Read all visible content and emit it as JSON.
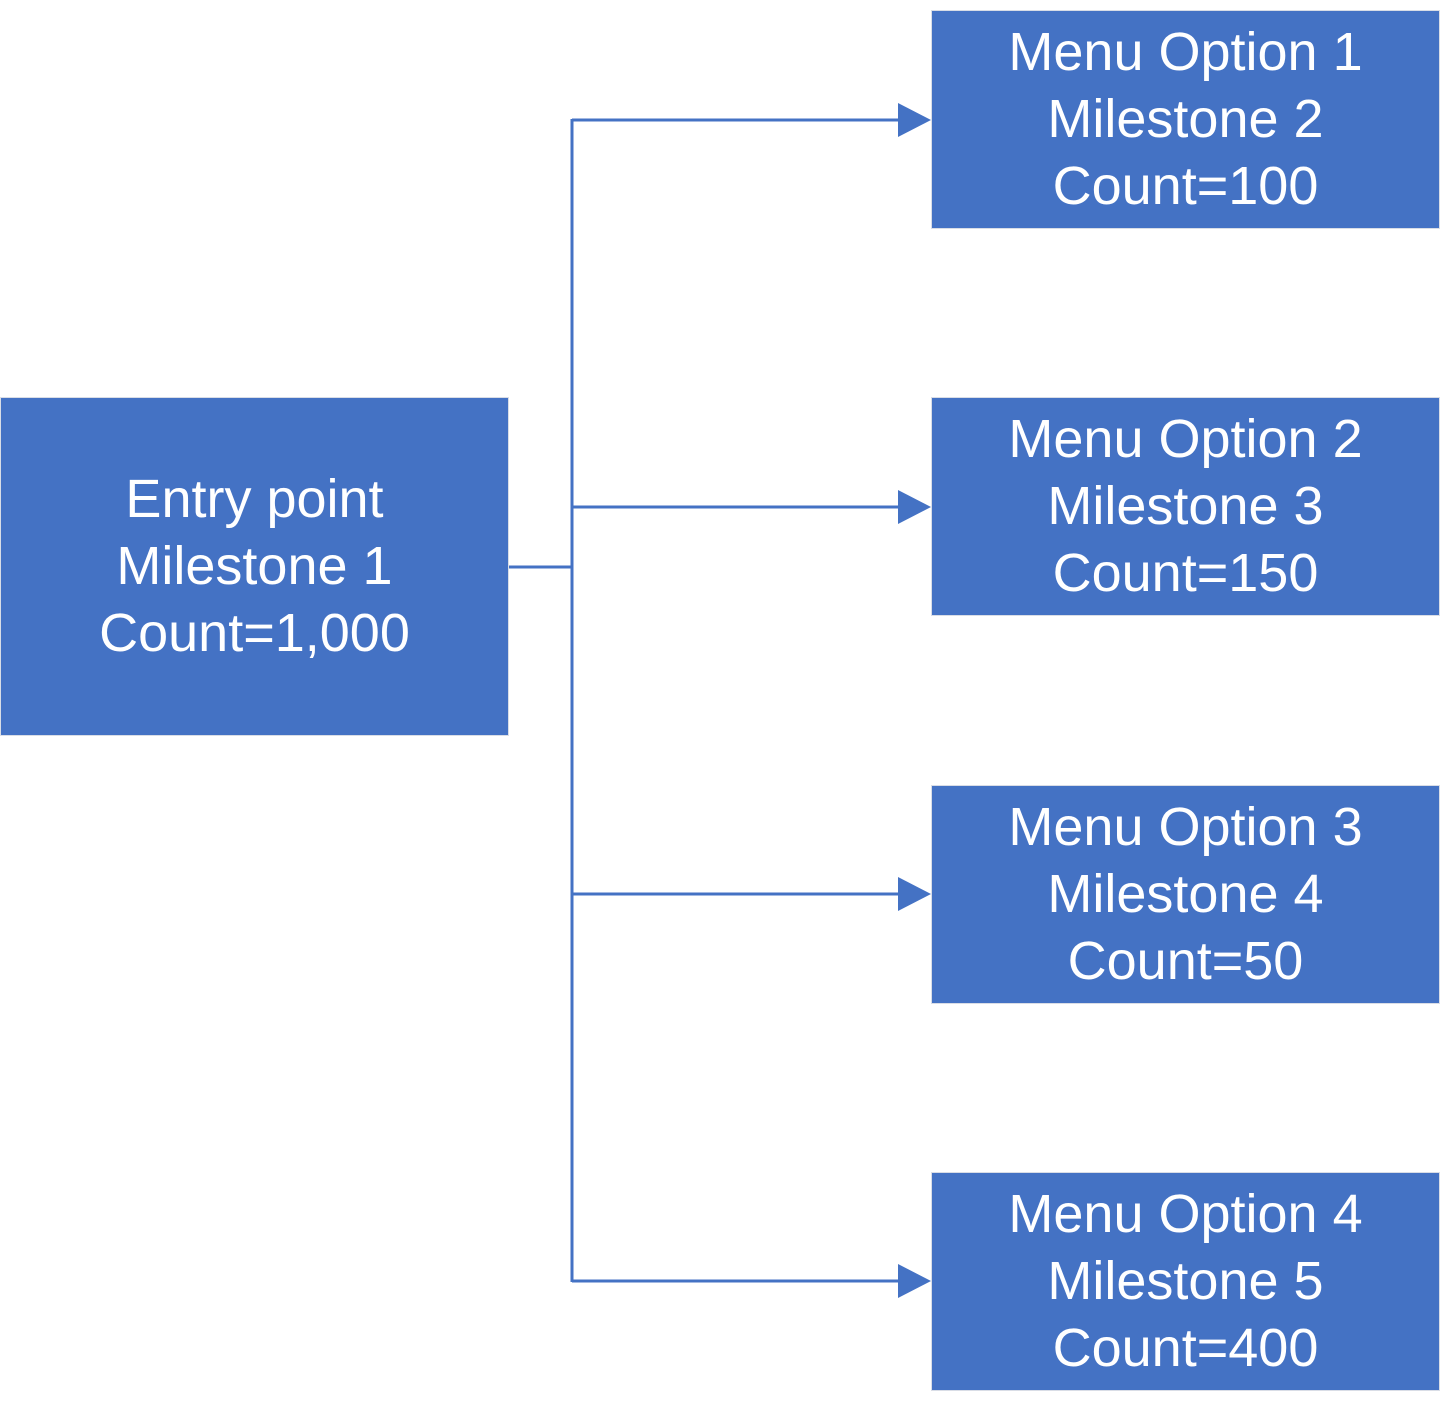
{
  "colors": {
    "node_fill": "#4472c4",
    "node_text": "#ffffff",
    "connector": "#4472c4",
    "background": "#ffffff"
  },
  "entry": {
    "title": "Entry point",
    "milestone": "Milestone 1",
    "count": "Count=1,000"
  },
  "options": [
    {
      "title": "Menu Option 1",
      "milestone": "Milestone 2",
      "count": "Count=100"
    },
    {
      "title": "Menu Option 2",
      "milestone": "Milestone 3",
      "count": "Count=150"
    },
    {
      "title": "Menu Option 3",
      "milestone": "Milestone 4",
      "count": "Count=50"
    },
    {
      "title": "Menu Option 4",
      "milestone": "Milestone 5",
      "count": "Count=400"
    }
  ]
}
